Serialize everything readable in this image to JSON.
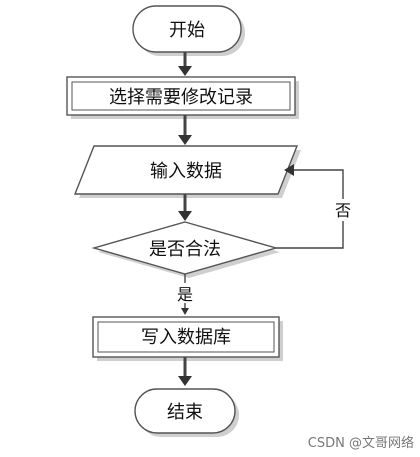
{
  "diagram": {
    "nodes": {
      "start": "开始",
      "select_record": "选择需要修改记录",
      "input_data": "输入数据",
      "is_valid": "是否合法",
      "write_data": "写入数据库",
      "end": "结束"
    },
    "edges": {
      "no_label": "否",
      "yes_label": "是"
    }
  },
  "watermark": "CSDN @文哥网络"
}
